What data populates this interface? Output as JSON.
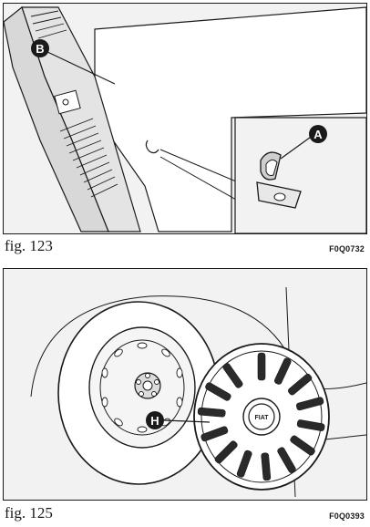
{
  "figures": [
    {
      "caption": "fig. 123",
      "code": "F0Q0732",
      "callouts": [
        "B",
        "A"
      ]
    },
    {
      "caption": "fig. 125",
      "code": "F0Q0393",
      "callouts": [
        "H"
      ],
      "hubcap_logo": "FIAT"
    }
  ],
  "colors": {
    "line": "#1a1a1a",
    "background": "#f2f2f2",
    "callout_fill": "#1a1a1a",
    "callout_text": "#ffffff"
  }
}
